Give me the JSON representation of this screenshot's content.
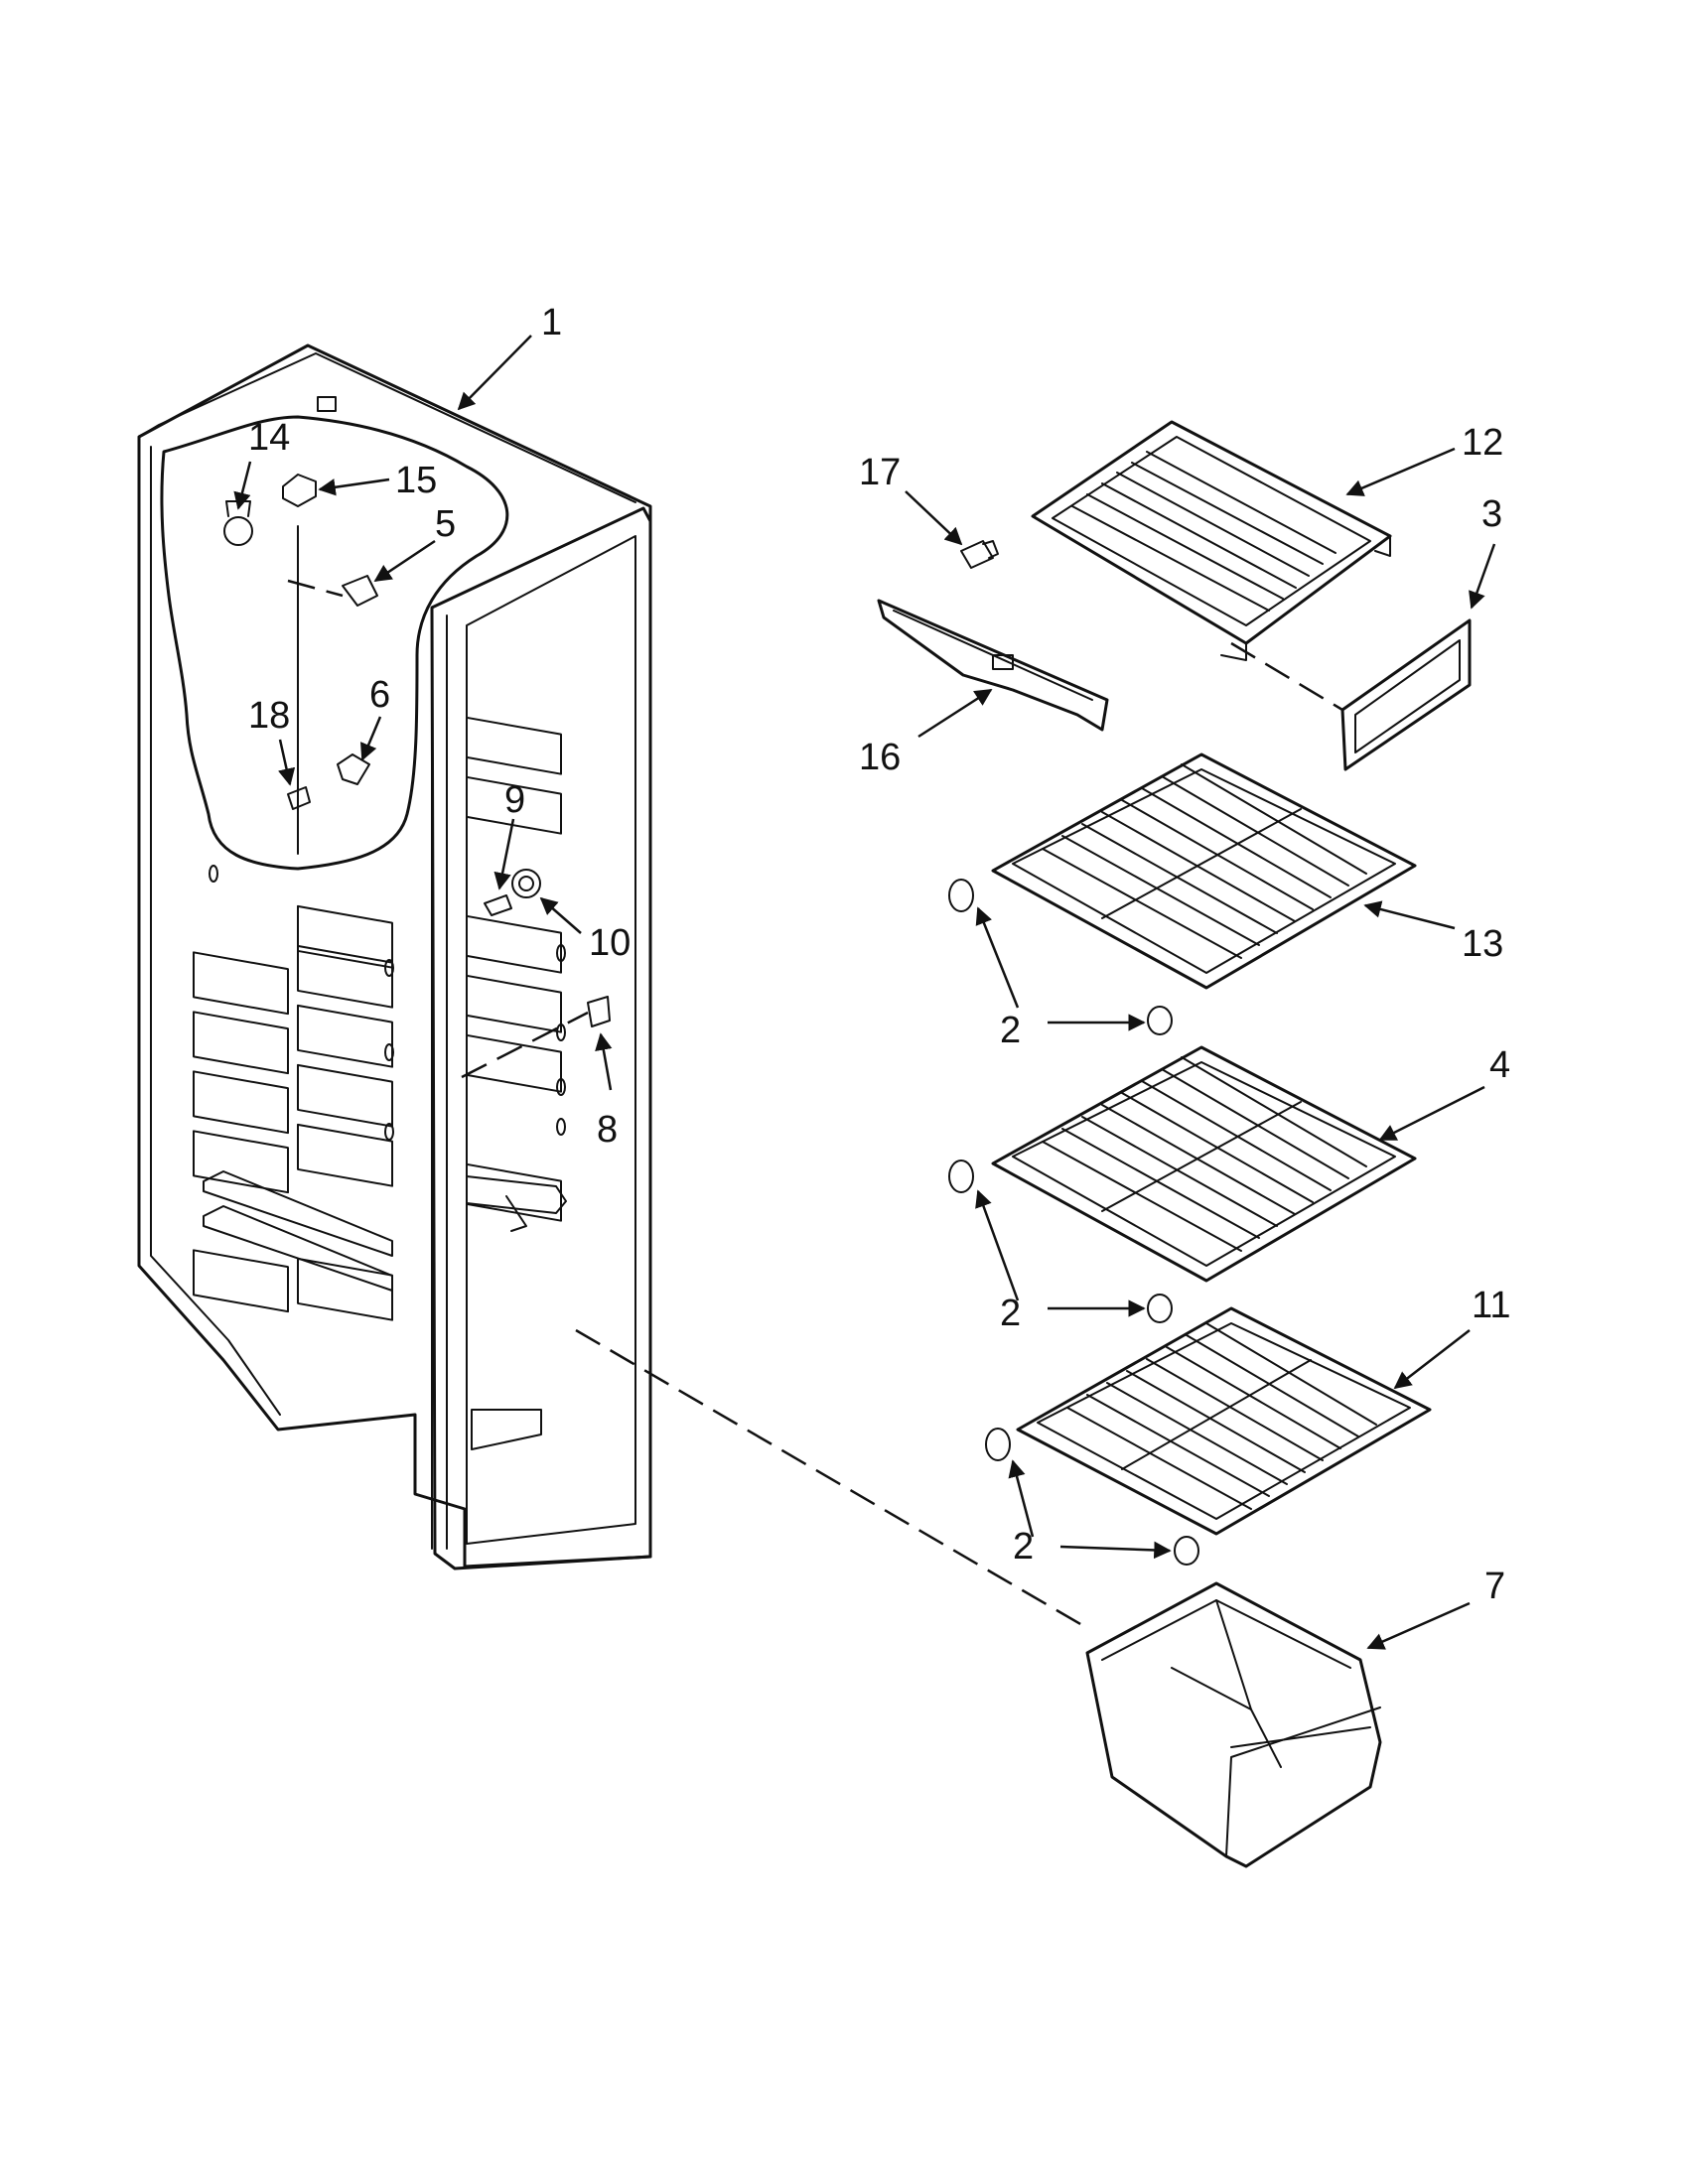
{
  "callouts": [
    {
      "id": "1",
      "label": "1"
    },
    {
      "id": "2a",
      "label": "2"
    },
    {
      "id": "2b",
      "label": "2"
    },
    {
      "id": "2c",
      "label": "2"
    },
    {
      "id": "3",
      "label": "3"
    },
    {
      "id": "4",
      "label": "4"
    },
    {
      "id": "5",
      "label": "5"
    },
    {
      "id": "6",
      "label": "6"
    },
    {
      "id": "7",
      "label": "7"
    },
    {
      "id": "8",
      "label": "8"
    },
    {
      "id": "9",
      "label": "9"
    },
    {
      "id": "10",
      "label": "10"
    },
    {
      "id": "11",
      "label": "11"
    },
    {
      "id": "12",
      "label": "12"
    },
    {
      "id": "13",
      "label": "13"
    },
    {
      "id": "14",
      "label": "14"
    },
    {
      "id": "15",
      "label": "15"
    },
    {
      "id": "16",
      "label": "16"
    },
    {
      "id": "17",
      "label": "17"
    },
    {
      "id": "18",
      "label": "18"
    }
  ]
}
